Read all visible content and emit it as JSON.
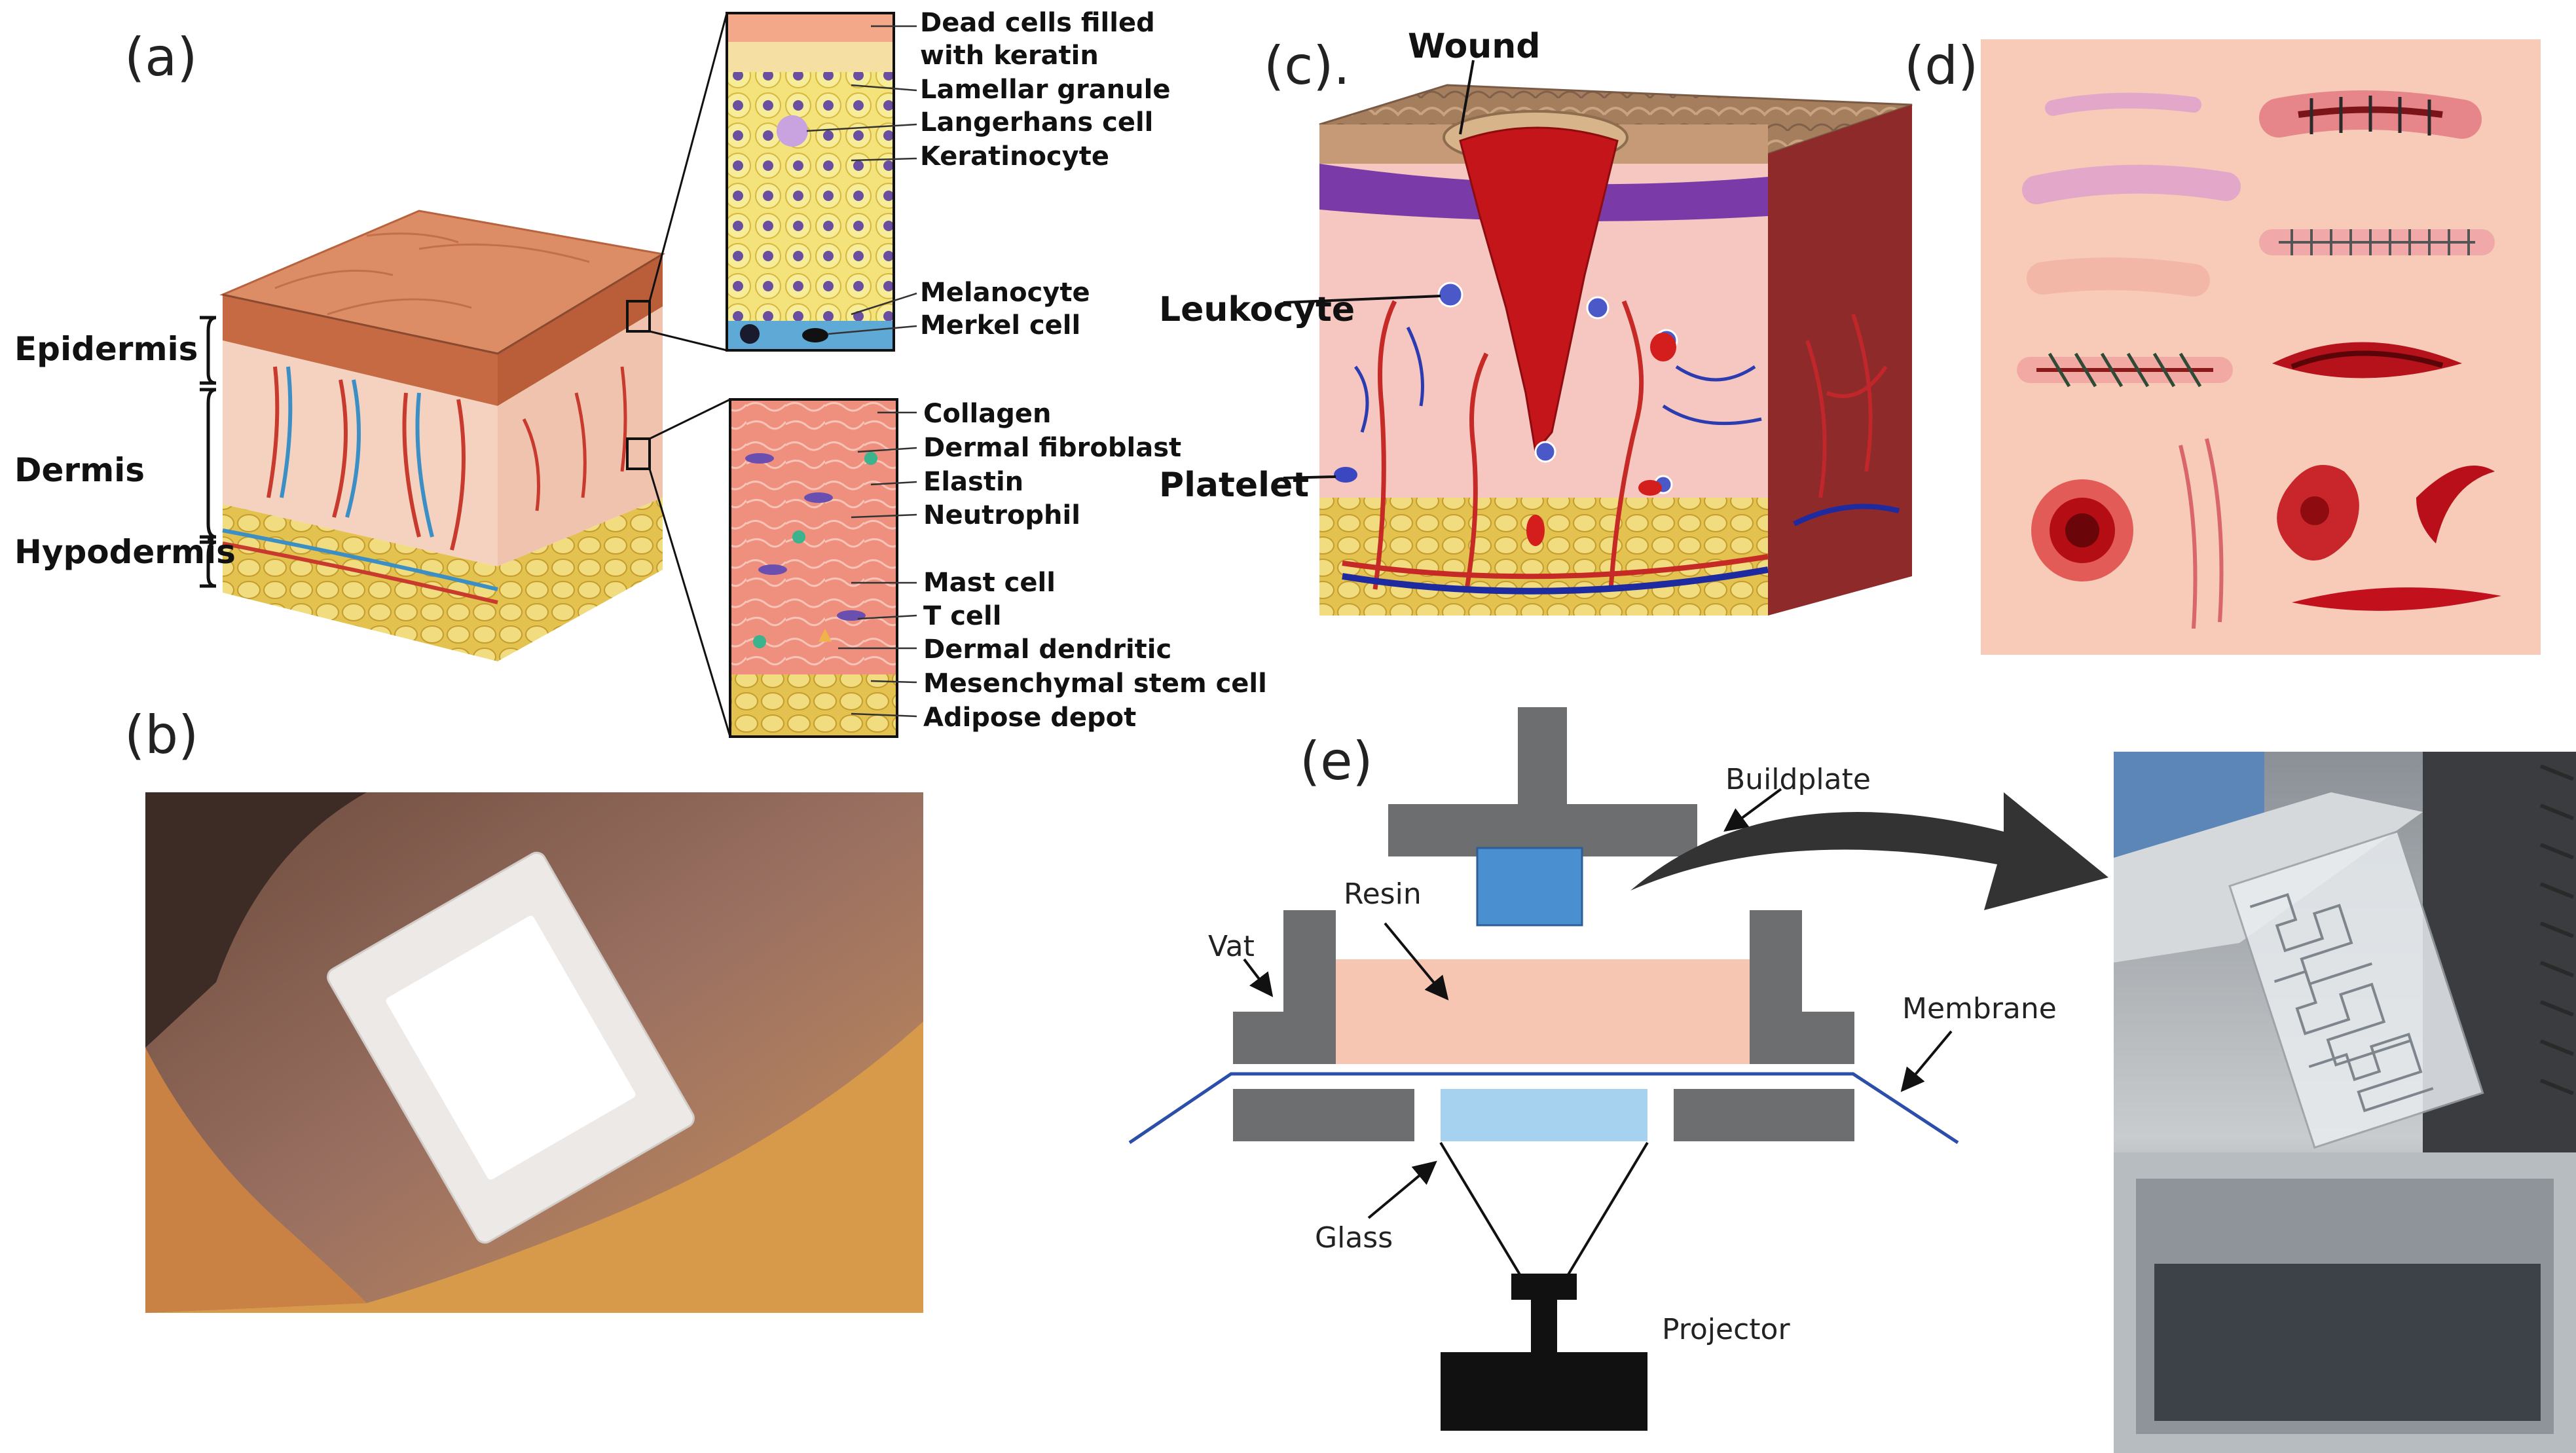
{
  "panels": {
    "a": {
      "label": "(a)",
      "layers": [
        "Epidermis",
        "Dermis",
        "Hypodermis"
      ],
      "epidermis_callouts": [
        "Dead cells filled",
        "with keratin",
        "Lamellar granule",
        "Langerhans cell",
        "Keratinocyte",
        "Melanocyte",
        "Merkel cell"
      ],
      "dermis_callouts": [
        "Collagen",
        "Dermal fibroblast",
        "Elastin",
        "Neutrophil",
        "Mast cell",
        "T cell",
        "Dermal dendritic",
        "Mesenchymal stem cell",
        "Adipose depot"
      ]
    },
    "b": {
      "label": "(b)"
    },
    "c": {
      "label": "(c).",
      "callouts": [
        "Wound",
        "Leukocyte",
        "Platelet"
      ]
    },
    "d": {
      "label": "(d)"
    },
    "e": {
      "label": "(e)",
      "callouts": [
        "Buildplate",
        "Resin",
        "Vat",
        "Membrane",
        "Glass",
        "Projector"
      ]
    }
  },
  "colors": {
    "skin_top": "#d9805a",
    "epidermis": "#c8744e",
    "dermis": "#f3cdb9",
    "fat": "#e9c35a",
    "blood_red": "#b30f12",
    "vein_blue": "#2233aa",
    "resin": "#f6c6b3",
    "frame_grey": "#6d6e70",
    "buildplate_blue": "#4a8fd0",
    "glass_blue": "#a6d2f0",
    "membrane_line": "#2b4fa8",
    "projector": "#111111",
    "panel_d_bg": "#f7cbb8"
  },
  "icons": [
    "arrow-icon",
    "curved-arrow-icon"
  ]
}
